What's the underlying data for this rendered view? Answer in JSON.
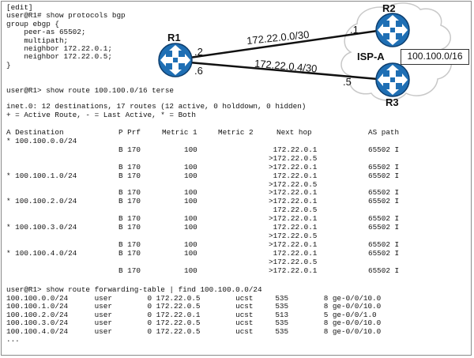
{
  "config": {
    "lines": [
      "[edit]",
      "user@R1# show protocols bgp",
      "group ebgp {",
      "    peer-as 65502;",
      "    multipath;",
      "    neighbor 172.22.0.1;",
      "    neighbor 172.22.0.5;",
      "}"
    ]
  },
  "topology": {
    "r1": "R1",
    "r2": "R2",
    "r3": "R3",
    "isp": "ISP-A",
    "prefix": "100.100.0/16",
    "link1": "172.22.0.0/30",
    "link2": "172.22.0.4/30",
    "r1_if1": ".2",
    "r1_if2": ".6",
    "r2_if": ".1",
    "r3_if": ".5"
  },
  "route": {
    "command": "user@R1> show route 100.100.0/16 terse",
    "summary": "inet.0: 12 destinations, 17 routes (12 active, 0 holddown, 0 hidden)",
    "legend": "+ = Active Route, - = Last Active, * = Both",
    "headers": {
      "dest": "A Destination",
      "pprf": "P Prf",
      "m1": "Metric 1",
      "m2": "Metric 2",
      "nh": "Next hop",
      "as": "AS path"
    },
    "rows": [
      {
        "a": "* 100.100.0.0/24",
        "p": "",
        "m1": "",
        "nh": "",
        "as": ""
      },
      {
        "a": "",
        "p": "B 170",
        "m1": "100",
        "nh": "172.22.0.1",
        "as": "65502 I"
      },
      {
        "a": "",
        "p": "",
        "m1": "",
        "nh": ">172.22.0.5",
        "as": ""
      },
      {
        "a": "",
        "p": "B 170",
        "m1": "100",
        "nh": ">172.22.0.1",
        "as": "65502 I"
      },
      {
        "a": "* 100.100.1.0/24",
        "p": "B 170",
        "m1": "100",
        "nh": "172.22.0.1",
        "as": "65502 I"
      },
      {
        "a": "",
        "p": "",
        "m1": "",
        "nh": ">172.22.0.5",
        "as": ""
      },
      {
        "a": "",
        "p": "B 170",
        "m1": "100",
        "nh": ">172.22.0.1",
        "as": "65502 I"
      },
      {
        "a": "* 100.100.2.0/24",
        "p": "B 170",
        "m1": "100",
        "nh": ">172.22.0.1",
        "as": "65502 I"
      },
      {
        "a": "",
        "p": "",
        "m1": "",
        "nh": "172.22.0.5",
        "as": ""
      },
      {
        "a": "",
        "p": "B 170",
        "m1": "100",
        "nh": ">172.22.0.1",
        "as": "65502 I"
      },
      {
        "a": "* 100.100.3.0/24",
        "p": "B 170",
        "m1": "100",
        "nh": "172.22.0.1",
        "as": "65502 I"
      },
      {
        "a": "",
        "p": "",
        "m1": "",
        "nh": ">172.22.0.5",
        "as": ""
      },
      {
        "a": "",
        "p": "B 170",
        "m1": "100",
        "nh": ">172.22.0.1",
        "as": "65502 I"
      },
      {
        "a": "* 100.100.4.0/24",
        "p": "B 170",
        "m1": "100",
        "nh": "172.22.0.1",
        "as": "65502 I"
      },
      {
        "a": "",
        "p": "",
        "m1": "",
        "nh": ">172.22.0.5",
        "as": ""
      },
      {
        "a": "",
        "p": "B 170",
        "m1": "100",
        "nh": ">172.22.0.1",
        "as": "65502 I"
      }
    ]
  },
  "forwarding": {
    "command": "user@R1> show route forwarding-table | find 100.100.0.0/24",
    "lines": [
      "100.100.0.0/24      user        0 172.22.0.5        ucst     535        8 ge-0/0/10.0",
      "100.100.1.0/24      user        0 172.22.0.5        ucst     535        8 ge-0/0/10.0",
      "100.100.2.0/24      user        0 172.22.0.1        ucst     513        5 ge-0/0/1.0",
      "100.100.3.0/24      user        0 172.22.0.5        ucst     535        8 ge-0/0/10.0",
      "100.100.4.0/24      user        0 172.22.0.5        ucst     535        8 ge-0/0/10.0",
      "..."
    ]
  },
  "colors": {
    "router_fill": "#1f6fb4",
    "router_edge": "#0d3e6e",
    "cloud_stroke": "#c8c8c8"
  }
}
